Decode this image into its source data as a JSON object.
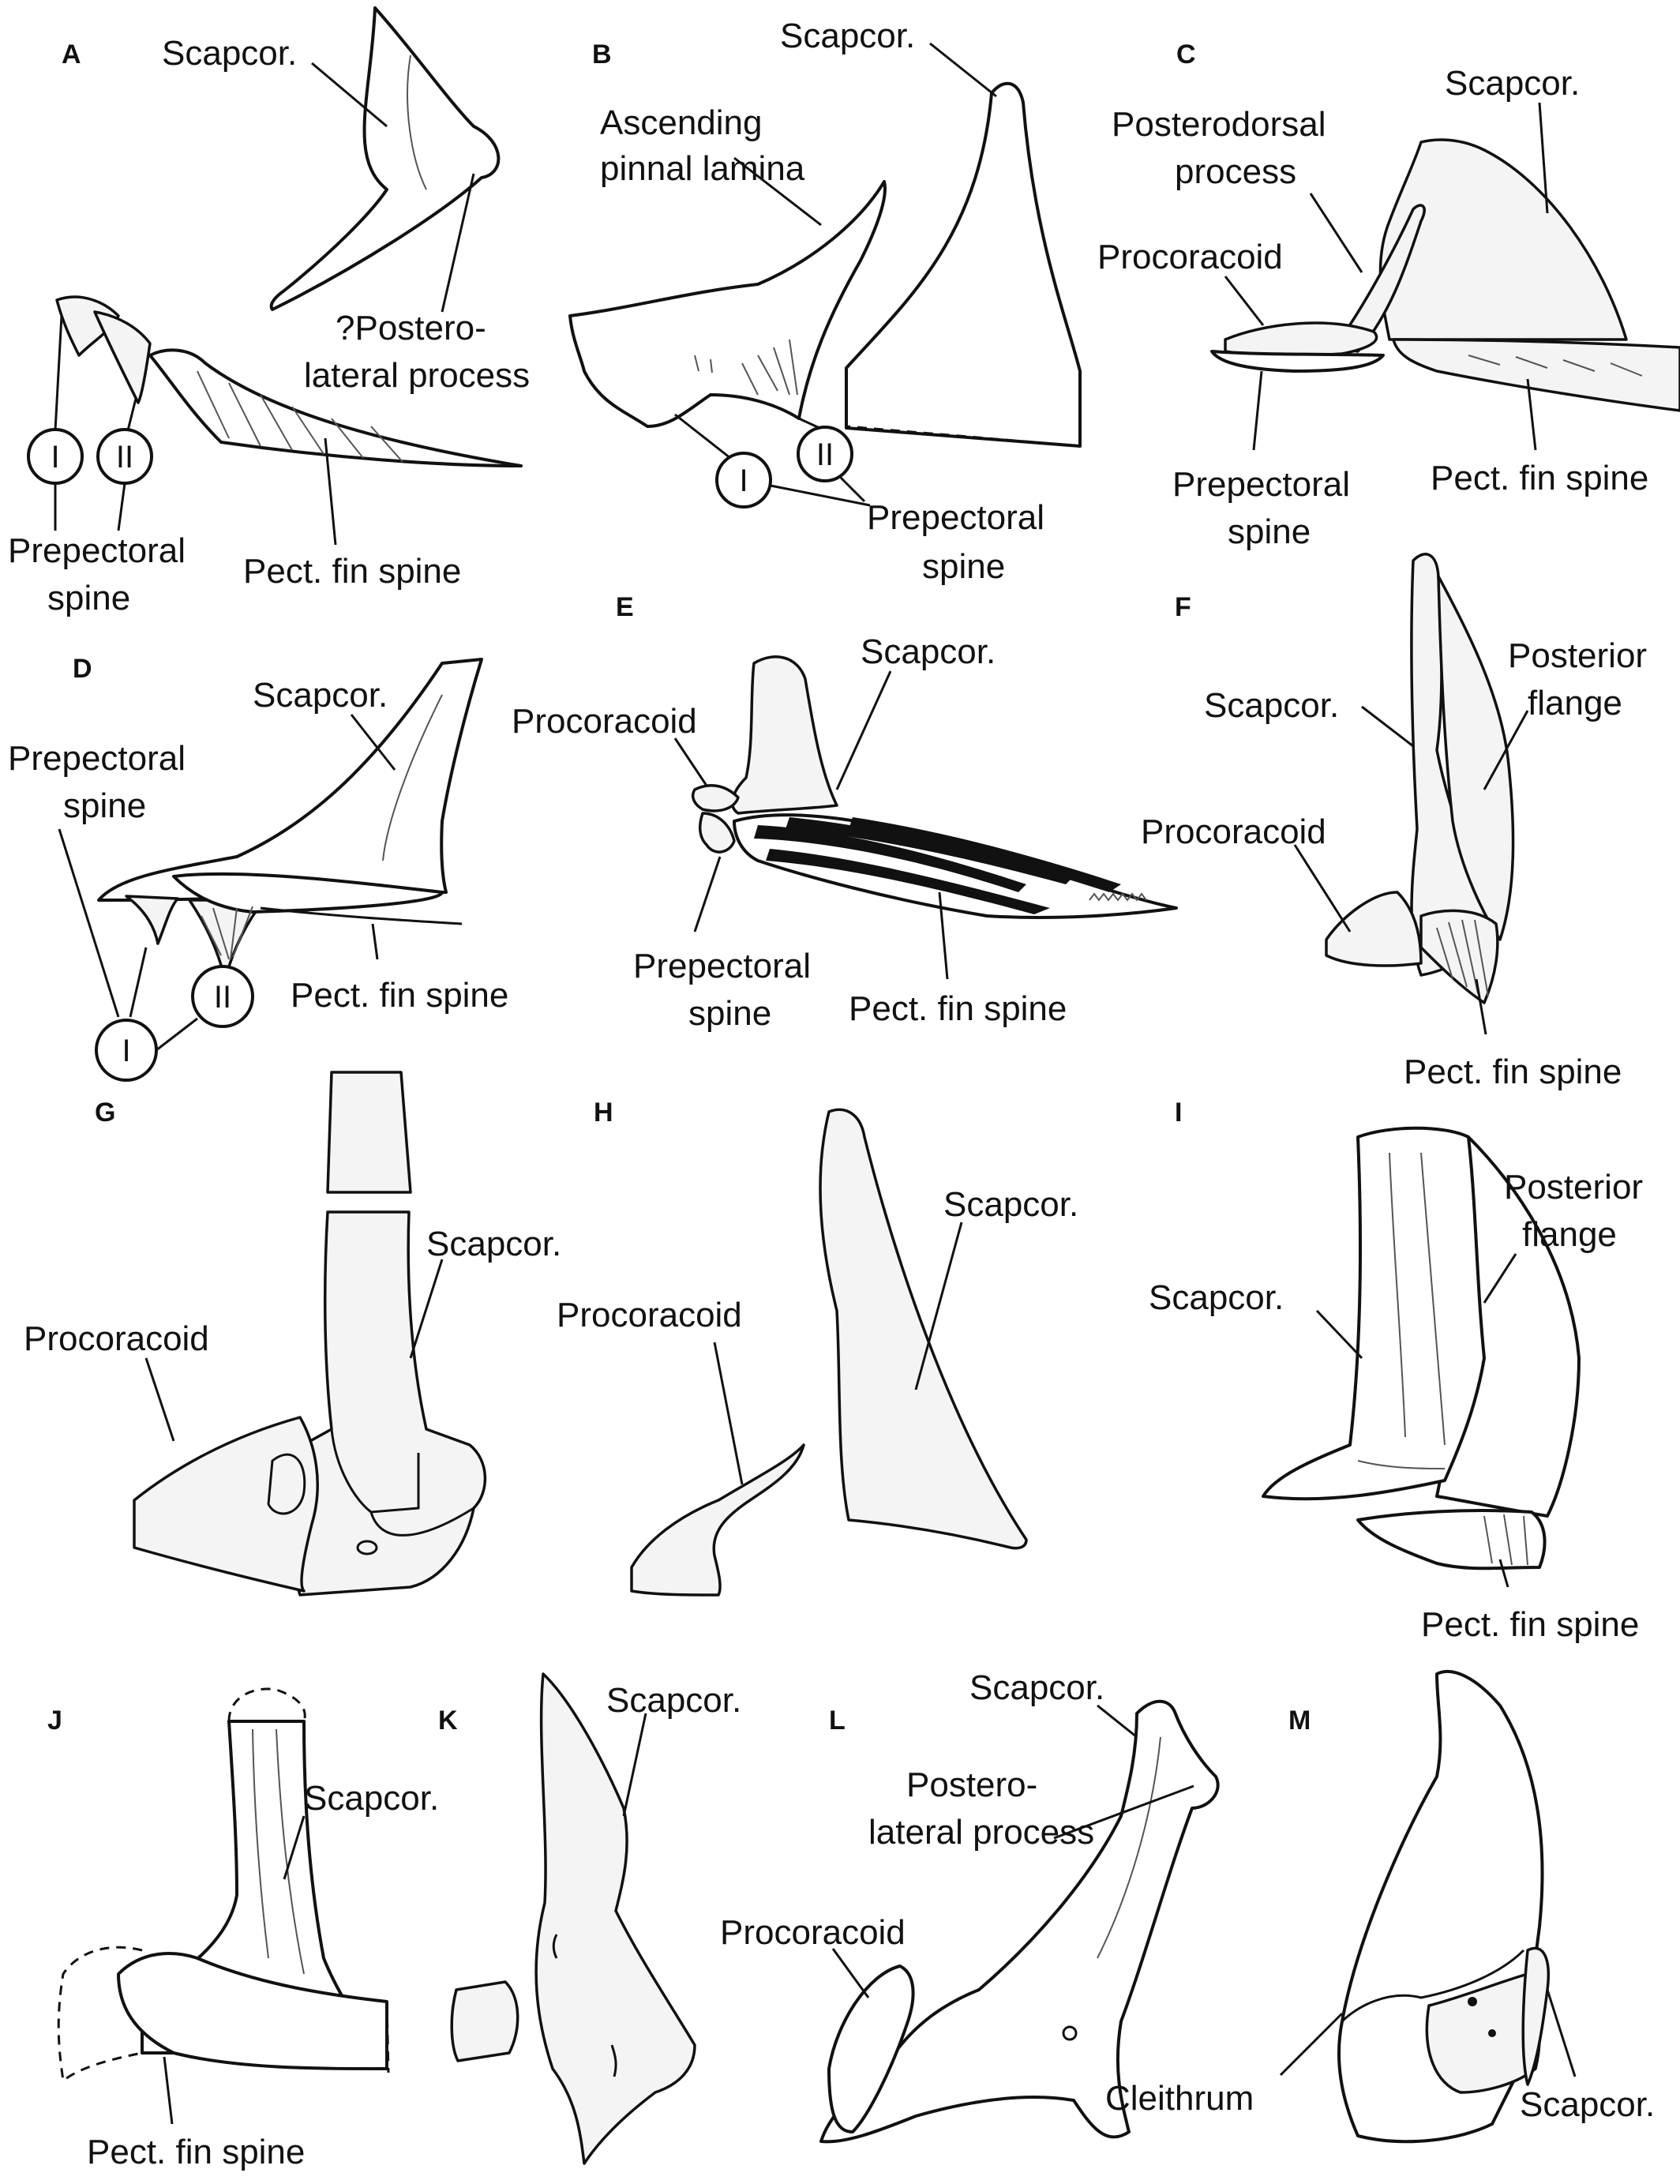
{
  "panels": {
    "A": {
      "letter": "A",
      "scapcor": "Scapcor.",
      "postero1": "?Postero-",
      "postero2": "lateral process",
      "roman1": "I",
      "roman2": "II",
      "prepectoral1": "Prepectoral",
      "prepectoral2": "spine",
      "pect": "Pect. fin spine"
    },
    "B": {
      "letter": "B",
      "scapcor": "Scapcor.",
      "ascending1": "Ascending",
      "ascending2": "pinnal lamina",
      "roman1": "I",
      "roman2": "II",
      "prepectoral1": "Prepectoral",
      "prepectoral2": "spine"
    },
    "C": {
      "letter": "C",
      "scapcor": "Scapcor.",
      "posterodorsal1": "Posterodorsal",
      "posterodorsal2": "process",
      "procoracoid": "Procoracoid",
      "prepectoral1": "Prepectoral",
      "prepectoral2": "spine",
      "pect": "Pect. fin spine"
    },
    "D": {
      "letter": "D",
      "scapcor": "Scapcor.",
      "prepectoral1": "Prepectoral",
      "prepectoral2": "spine",
      "roman1": "I",
      "roman2": "II",
      "pect": "Pect. fin spine"
    },
    "E": {
      "letter": "E",
      "scapcor": "Scapcor.",
      "procoracoid": "Procoracoid",
      "prepectoral1": "Prepectoral",
      "prepectoral2": "spine",
      "pect": "Pect. fin spine"
    },
    "F": {
      "letter": "F",
      "posterior1": "Posterior",
      "posterior2": "flange",
      "scapcor": "Scapcor.",
      "procoracoid": "Procoracoid",
      "pect": "Pect. fin spine"
    },
    "G": {
      "letter": "G",
      "scapcor": "Scapcor.",
      "procoracoid": "Procoracoid"
    },
    "H": {
      "letter": "H",
      "scapcor": "Scapcor.",
      "procoracoid": "Procoracoid"
    },
    "I": {
      "letter": "I",
      "posterior1": "Posterior",
      "posterior2": "flange",
      "scapcor": "Scapcor.",
      "pect": "Pect. fin spine"
    },
    "J": {
      "letter": "J",
      "scapcor": "Scapcor.",
      "pect": "Pect. fin spine"
    },
    "K": {
      "letter": "K",
      "scapcor": "Scapcor."
    },
    "L": {
      "letter": "L",
      "scapcor": "Scapcor.",
      "postero1": "Postero-",
      "postero2": "lateral process",
      "procoracoid": "Procoracoid"
    },
    "M": {
      "letter": "M",
      "cleithrum": "Cleithrum",
      "scapcor": "Scapcor."
    }
  }
}
